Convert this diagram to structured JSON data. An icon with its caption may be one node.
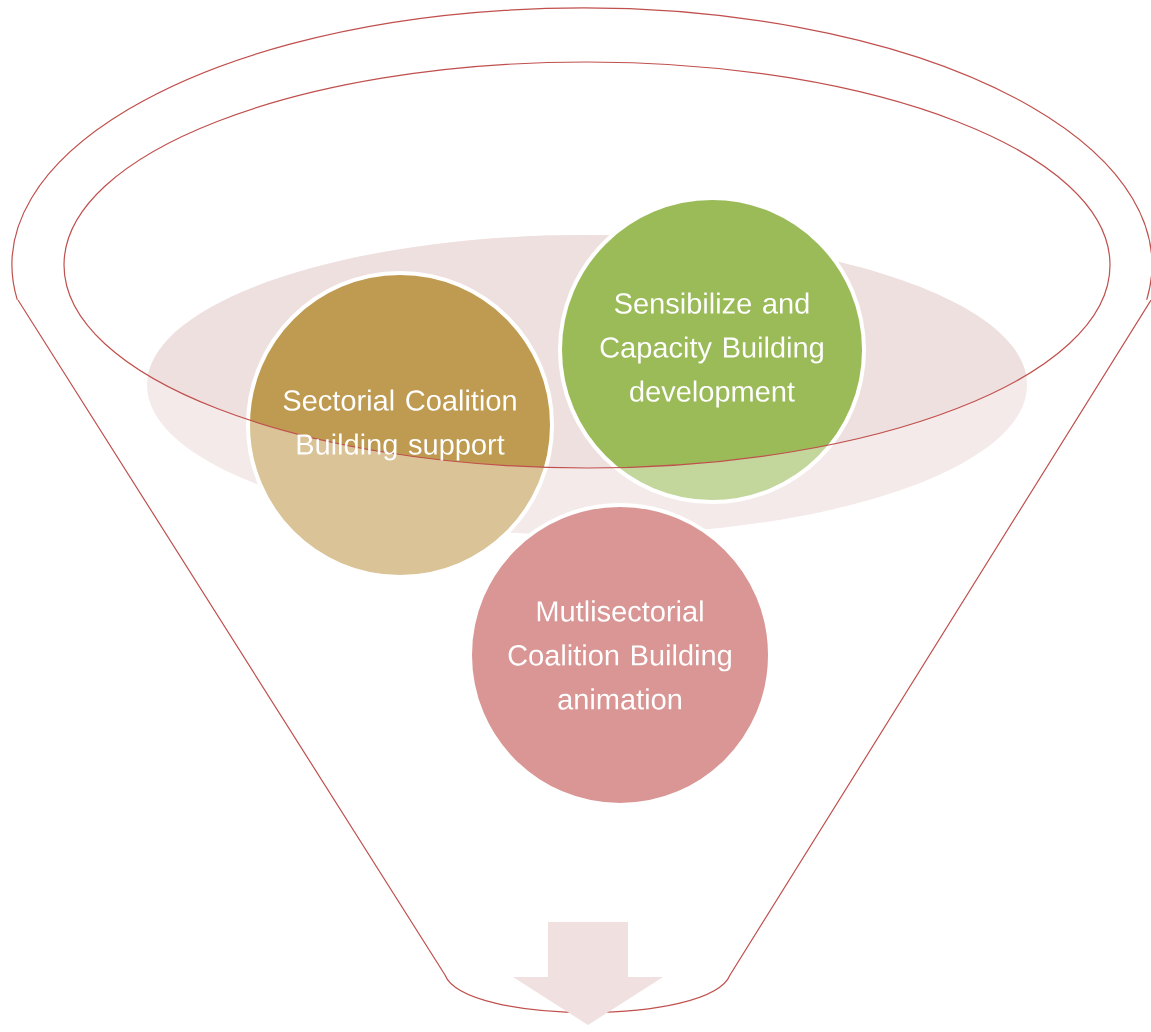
{
  "diagram": {
    "nodes": [
      {
        "text": [
          "Sectorial Coalition Building support"
        ]
      },
      {
        "text": [
          "Sensibilize and Capacity Building development"
        ]
      },
      {
        "text": [
          "Mutlisectorial Coalition Building animation"
        ]
      }
    ]
  }
}
